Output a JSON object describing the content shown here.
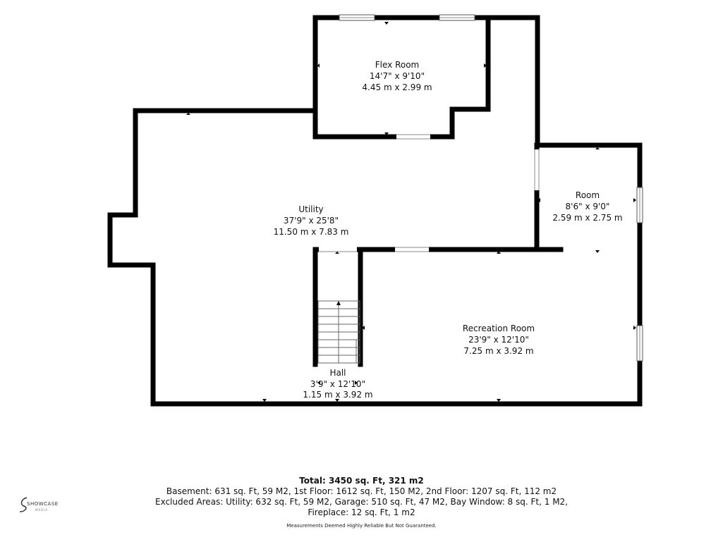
{
  "rooms": {
    "flex": {
      "name": "Flex Room",
      "imperial": "14'7\" x 9'10\"",
      "metric": "4.45 m x 2.99 m"
    },
    "utility": {
      "name": "Utility",
      "imperial": "37'9\" x 25'8\"",
      "metric": "11.50 m x 7.83 m"
    },
    "room": {
      "name": "Room",
      "imperial": "8'6\" x 9'0\"",
      "metric": "2.59 m x 2.75 m"
    },
    "recreation": {
      "name": "Recreation Room",
      "imperial": "23'9\" x 12'10\"",
      "metric": "7.25 m x 3.92 m"
    },
    "hall": {
      "name": "Hall",
      "imperial": "3'9\" x 12'10\"",
      "metric": "1.15 m x 3.92 m"
    }
  },
  "summary": {
    "total": "Total: 3450 sq. Ft, 321 m2",
    "line1": "Basement: 631 sq. Ft, 59 M2, 1st Floor: 1612 sq. Ft, 150 M2, 2nd Floor: 1207 sq. Ft, 112 m2",
    "line2": "Excluded Areas: Utility: 632 sq. Ft, 59 M2, Garage: 510 sq. Ft, 47 M2, Bay Window: 8 sq. Ft, 1 M2,",
    "line3": "Fireplace: 12 sq. Ft, 1 m2",
    "disclaimer": "Measurements Deemed Highly Reliable But Not Guaranteed."
  },
  "logo": {
    "text": "SHOWCASE",
    "subtext": "MEDIA",
    "icon": "showcase-logo-icon"
  }
}
